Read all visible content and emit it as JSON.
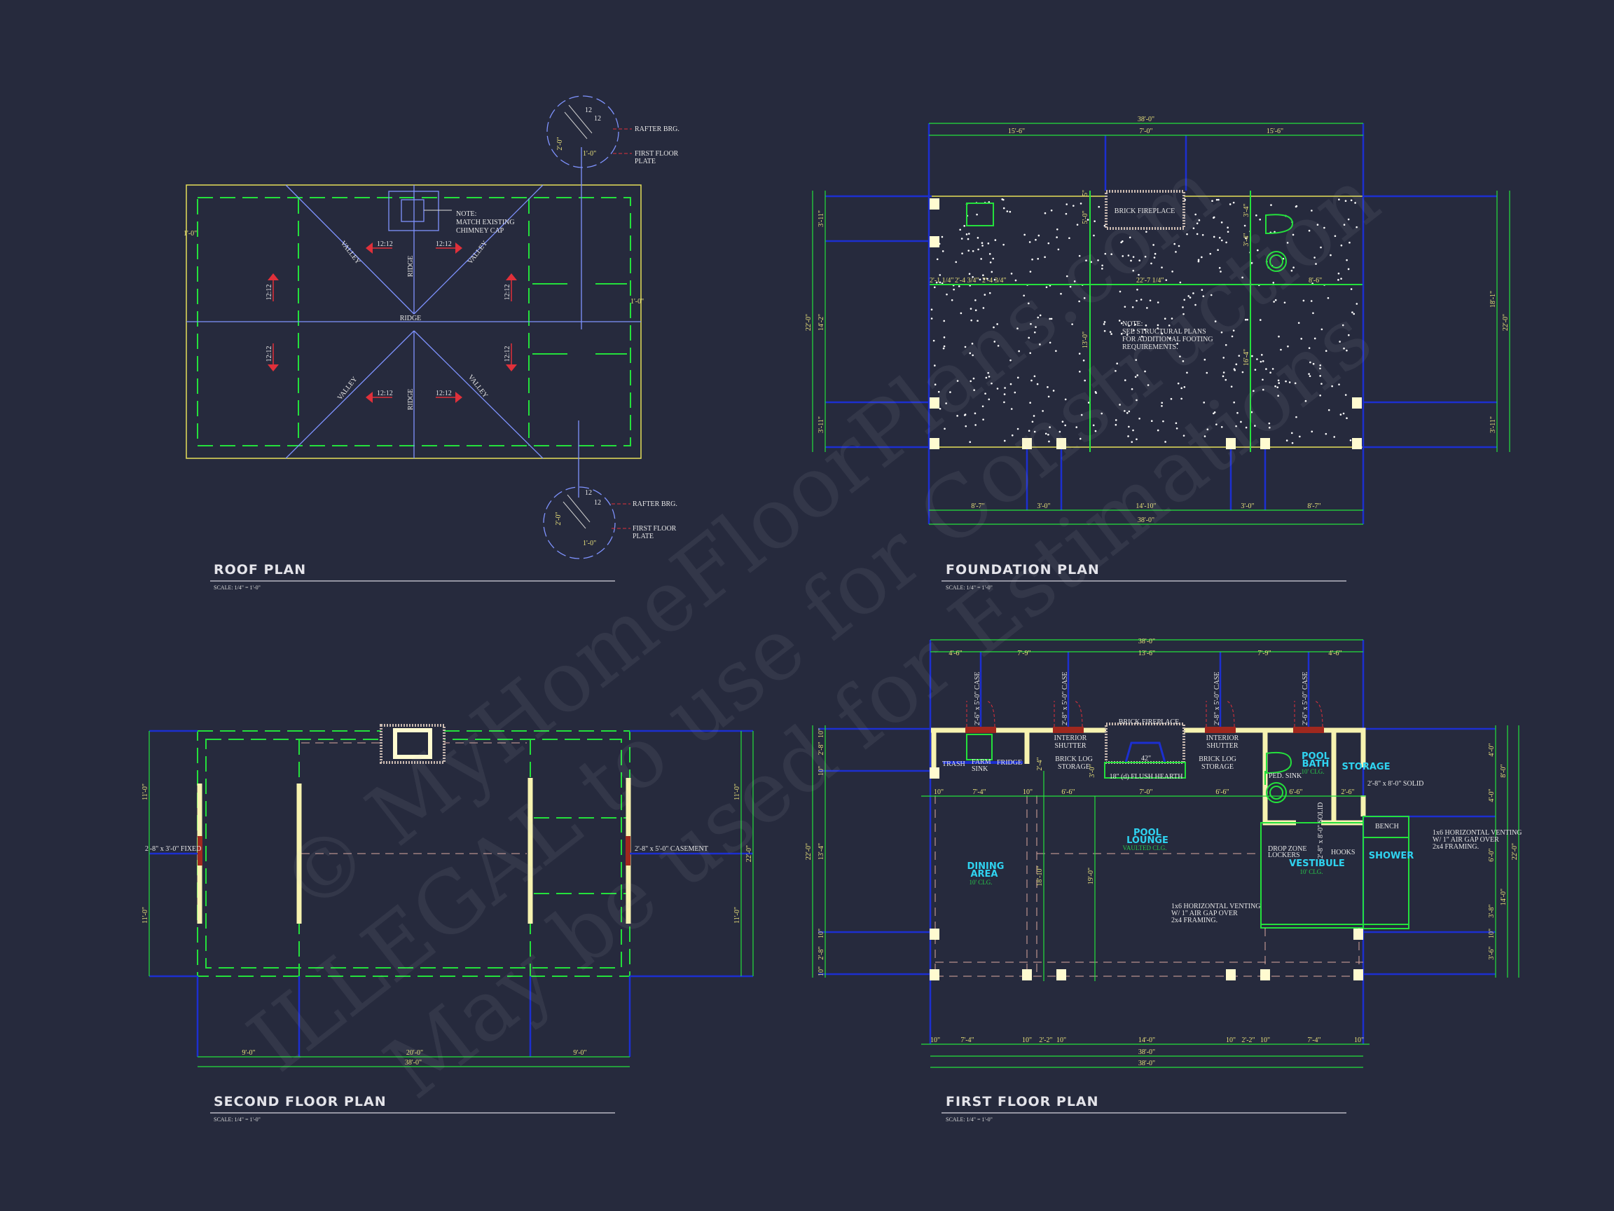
{
  "colors": {
    "background": "#262a3d",
    "walls": "#24e03c",
    "dimensions": "#e8e07a",
    "grid": "#1c2fd0",
    "room_labels": "#2fd3f0",
    "arrows": "#e0303a"
  },
  "watermark": {
    "line1": "© MyHomeFloorPlans.com",
    "line2": "ILLEGAL to use for Construction",
    "line3": "May be used for Estimations"
  },
  "roof": {
    "title": "ROOF PLAN",
    "scale": "SCALE: 1/4\" = 1'-0\"",
    "note": [
      "NOTE:",
      "MATCH EXISTING",
      "CHIMNEY CAP"
    ],
    "ridge": "RIDGE",
    "valley": "VALLEY",
    "pitch": "12:12",
    "overhang": "1'-0\"",
    "detail": {
      "rise": "12",
      "run": "12",
      "height": "2'-0\"",
      "width": "1'-0\"",
      "rafter": "RAFTER BRG.",
      "plate1": "FIRST FLOOR",
      "plate2": "PLATE"
    }
  },
  "foundation": {
    "title": "FOUNDATION PLAN",
    "scale": "SCALE: 1/4\" = 1'-0\"",
    "fireplace": "BRICK FIREPLACE",
    "note": [
      "NOTE:",
      "SEE STRUCTURAL PLANS",
      "FOR ADDITIONAL FOOTING",
      "REQUIREMENTS."
    ],
    "top_total": "38'-0\"",
    "top": [
      "15'-6\"",
      "7'-0\"",
      "15'-6\""
    ],
    "bottom": [
      "8'-7\"",
      "3'-0\"",
      "14'-10\"",
      "3'-0\"",
      "8'-7\""
    ],
    "bottom_total": "38'-0\"",
    "left": [
      "3'-11\"",
      "14'-2\"",
      "3'-11\"",
      "22'-0\""
    ],
    "right": [
      "18'-1\"",
      "3'-11\"",
      "22'-0\""
    ],
    "inner": [
      "2'-1 1/4\"",
      "2'-4 3/4\"",
      "2'-4 3/4\"",
      "22'-7 1/4\"",
      "8'-6\"",
      "5\"",
      "5'-0\"",
      "3'-4\"",
      "3'-4\"",
      "13'-0\"",
      "16'-4\""
    ]
  },
  "second": {
    "title": "SECOND FLOOR PLAN",
    "scale": "SCALE: 1/4\" = 1'-0\"",
    "win_left": "2'-8\" x 3'-0\" FIXED",
    "win_right": "2'-8\" x 5'-0\" CASEMENT",
    "bottom": [
      "9'-0\"",
      "20'-0\"",
      "9'-0\""
    ],
    "bottom_total": "38'-0\"",
    "left": [
      "11'-0\"",
      "11'-0\""
    ],
    "right": [
      "11'-0\"",
      "11'-0\"",
      "22'-0\""
    ]
  },
  "first": {
    "title": "FIRST FLOOR PLAN",
    "scale": "SCALE: 1/4\" = 1'-0\"",
    "top_total": "38'-0\"",
    "top": [
      "4'-6\"",
      "7'-9\"",
      "13'-6\"",
      "7'-9\"",
      "4'-6\""
    ],
    "windows": [
      "2'-6\" x 5'-0\" CASE",
      "2'-8\" x 5'-0\" CASE",
      "2'-8\" x 5'-0\" CASE",
      "2'-6\" x 5'-0\" CASE"
    ],
    "fireplace": "BRICK FIREPLACE",
    "hearth": "18\" (d) FLUSH HEARTH",
    "opening": "42\"",
    "labels": {
      "trash": "TRASH",
      "farm_sink": [
        "FARM",
        "SINK"
      ],
      "fridge": "FRIDGE",
      "shutter": [
        "INTERIOR",
        "SHUTTER"
      ],
      "log": [
        "BRICK LOG",
        "STORAGE"
      ],
      "ped_sink": "PED. SINK",
      "drop": [
        "DROP ZONE",
        "LOCKERS"
      ],
      "hooks": "HOOKS",
      "bench": "BENCH",
      "door_storage": "2'-8\" x 8'-0\" SOLID",
      "door_vest": "2'-8\" x 8'-0\" SOLID",
      "venting": [
        "1x6 HORIZONTAL VENTING",
        "W/ 1\" AIR GAP OVER",
        "2x4 FRAMING."
      ]
    },
    "rooms": {
      "pool_bath": [
        "POOL",
        "BATH"
      ],
      "pool_bath_clg": "10' CLG.",
      "storage": "STORAGE",
      "pool_lounge": [
        "POOL",
        "LOUNGE"
      ],
      "lounge_clg": "VAULTED CLG.",
      "dining": [
        "DINING",
        "AREA"
      ],
      "dining_clg": "10' CLG.",
      "vestibule": "VESTIBULE",
      "vestibule_clg": "10' CLG.",
      "shower": "SHOWER"
    },
    "mid": [
      "10\"",
      "7'-4\"",
      "10\"",
      "6'-6\"",
      "7'-0\"",
      "6'-6\"",
      "6'-6\"",
      "2'-6\""
    ],
    "bottom": [
      "10\"",
      "7'-4\"",
      "10\"",
      "2'-2\"",
      "10\"",
      "14'-0\"",
      "10\"",
      "2'-2\"",
      "10\"",
      "7'-4\"",
      "10\""
    ],
    "bottom_total": "38'-0\"",
    "left": [
      "10\"",
      "2'-8\"",
      "10\"",
      "13'-4\"",
      "10\"",
      "2'-8\"",
      "10\"",
      "22'-0\""
    ],
    "right": [
      "4'-0\"",
      "4'-0\"",
      "6'-0\"",
      "3'-8\"",
      "10\"",
      "3'-6\"",
      "8'-0\"",
      "14'-0\"",
      "22'-0\""
    ],
    "inner": [
      "2'-4\"",
      "3'-0\"",
      "18'-10\"",
      "19'-0\""
    ]
  }
}
